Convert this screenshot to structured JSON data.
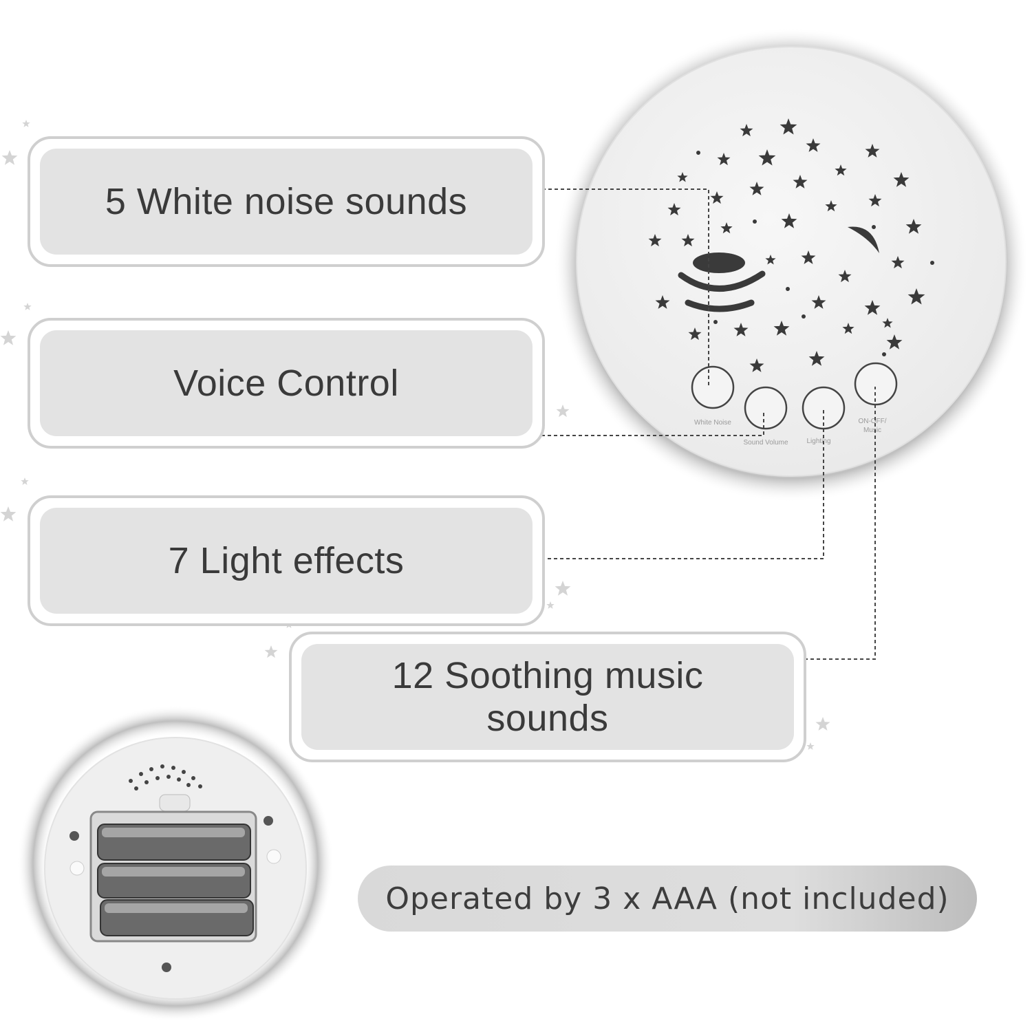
{
  "features": [
    {
      "id": "white-noise",
      "label": "5 White noise sounds"
    },
    {
      "id": "voice-control",
      "label": "Voice Control"
    },
    {
      "id": "light-effects",
      "label": "7 Light effects"
    },
    {
      "id": "music",
      "label": "12 Soothing music sounds"
    }
  ],
  "device_buttons": [
    {
      "label": "White Noise"
    },
    {
      "label": "Sound Volume"
    },
    {
      "label": "Lighting"
    },
    {
      "label_line1": "ON-OFF/",
      "label_line2": "Music"
    }
  ],
  "battery_note": "Operated by 3 x AAA (not included)",
  "colors": {
    "panel": "#e3e3e3",
    "border": "#cfcfcf",
    "text": "#3a3a3a",
    "device": "#f2f2f2"
  }
}
